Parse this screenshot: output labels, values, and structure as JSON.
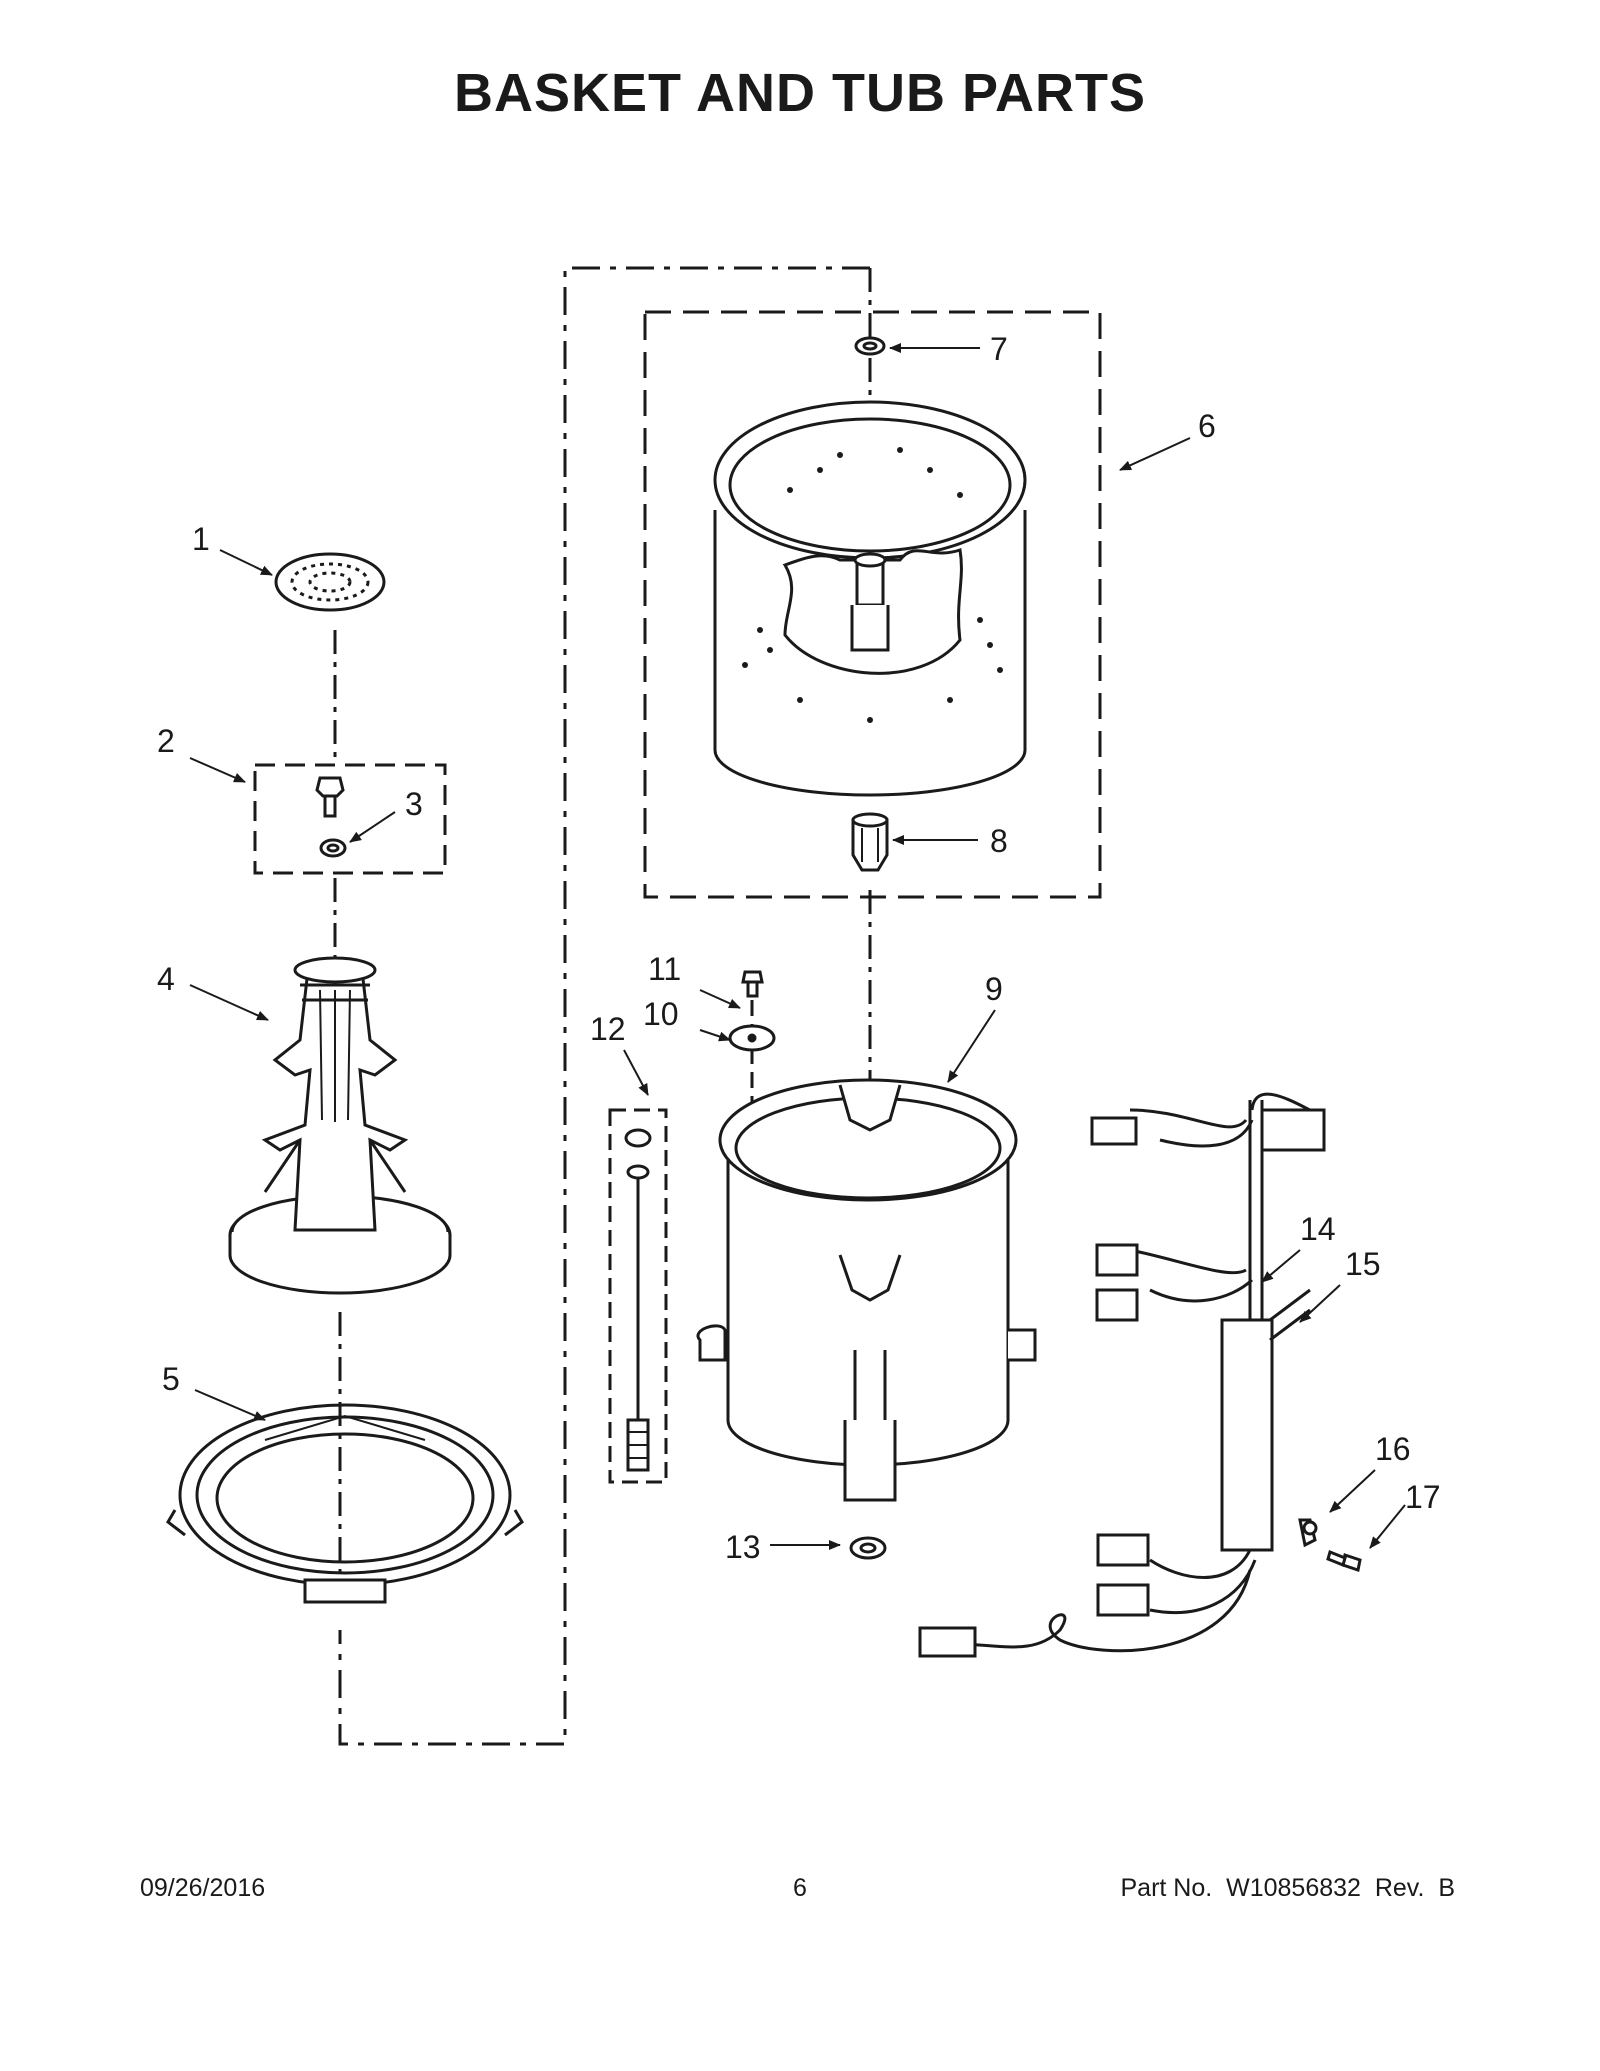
{
  "title": "BASKET AND TUB PARTS",
  "callouts": {
    "c1": "1",
    "c2": "2",
    "c3": "3",
    "c4": "4",
    "c5": "5",
    "c6": "6",
    "c7": "7",
    "c8": "8",
    "c9": "9",
    "c10": "10",
    "c11": "11",
    "c12": "12",
    "c13": "13",
    "c14": "14",
    "c15": "15",
    "c16": "16",
    "c17": "17"
  },
  "footer": {
    "date": "09/26/2016",
    "page": "6",
    "part_label": "Part No.",
    "part_number": "W10856832",
    "rev_label": "Rev.",
    "rev": "B"
  },
  "colors": {
    "line": "#1a1a1a",
    "fill": "#ffffff"
  }
}
